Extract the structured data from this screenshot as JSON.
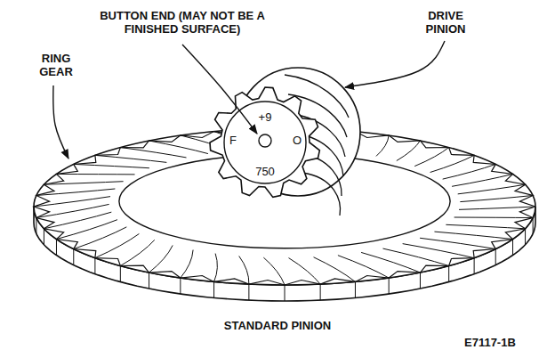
{
  "diagram": {
    "caption": "STANDARD PINION",
    "labels": [
      "BUTTON END (MAY NOT BE A FINISHED SURFACE)",
      "DRIVE PINION",
      "RING GEAR",
      "+9",
      "F",
      "O",
      "750",
      "E7117-1B"
    ]
  }
}
